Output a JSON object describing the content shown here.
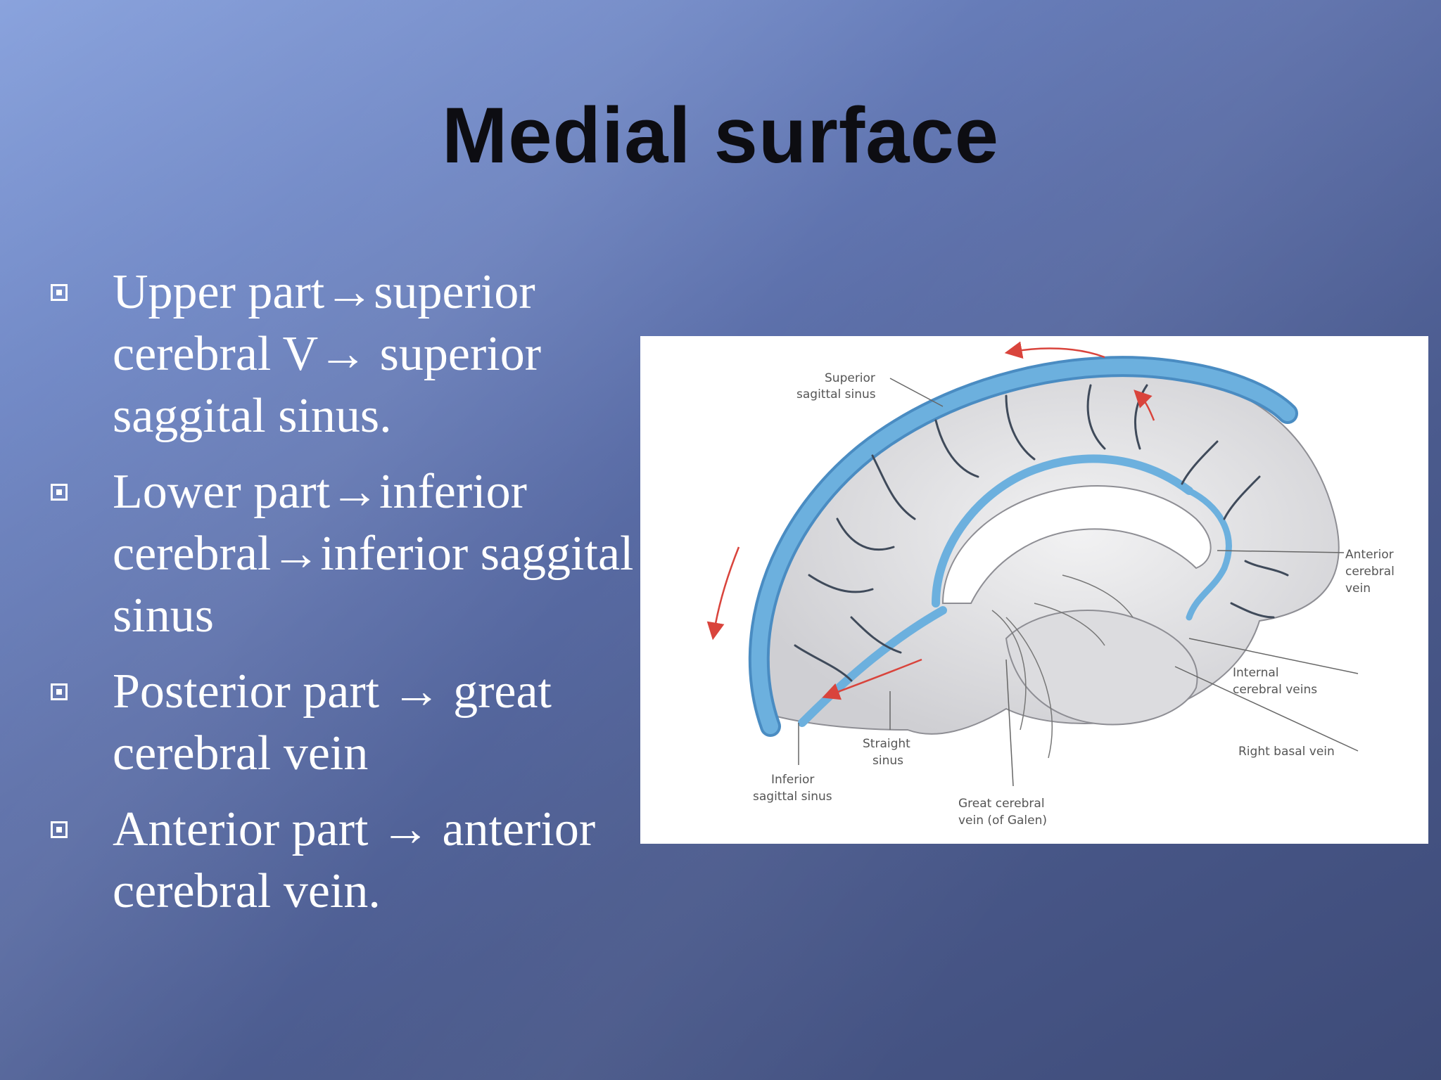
{
  "slide": {
    "title": "Medial surface"
  },
  "bullets": [
    {
      "text": "Upper part→superior cerebral V→ superior saggital sinus."
    },
    {
      "text": "Lower part→inferior cerebral→inferior saggital sinus"
    },
    {
      "text": "Posterior part → great cerebral vein"
    },
    {
      "text": "Anterior part → anterior cerebral vein."
    }
  ],
  "figure": {
    "labels": {
      "superior_sagittal_sinus_1": "Superior",
      "superior_sagittal_sinus_2": "sagittal sinus",
      "anterior_cerebral_vein_1": "Anterior",
      "anterior_cerebral_vein_2": "cerebral",
      "anterior_cerebral_vein_3": "vein",
      "internal_cerebral_veins_1": "Internal",
      "internal_cerebral_veins_2": "cerebral veins",
      "right_basal_vein": "Right basal vein",
      "straight_sinus_1": "Straight",
      "straight_sinus_2": "sinus",
      "inferior_sagittal_sinus_1": "Inferior",
      "inferior_sagittal_sinus_2": "sagittal sinus",
      "great_cerebral_vein_1": "Great cerebral",
      "great_cerebral_vein_2": "vein (of Galen)"
    },
    "colors": {
      "vein_blue": "#6cb0de",
      "brain_gray": "#d9d9dc",
      "arrow_red": "#d9443c"
    }
  }
}
